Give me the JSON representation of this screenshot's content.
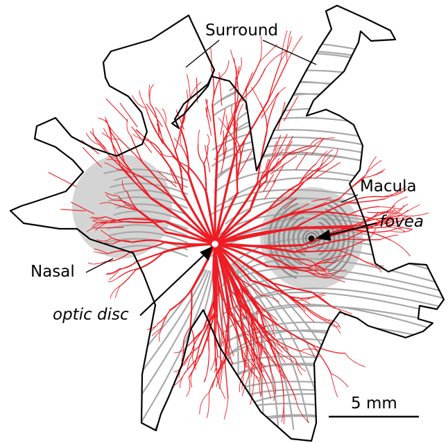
{
  "labels": {
    "surround": "Surround",
    "macula": "Macula",
    "fovea": "fovea",
    "nasal": "Nasal",
    "optic_disc": "optic disc"
  },
  "scale_bar": {
    "label": "5 mm"
  },
  "colors": {
    "vessels": "#ee1c24",
    "nerve_fibers": "#a8a8a8",
    "regions": "#d4d4d4",
    "outline": "#000000"
  }
}
